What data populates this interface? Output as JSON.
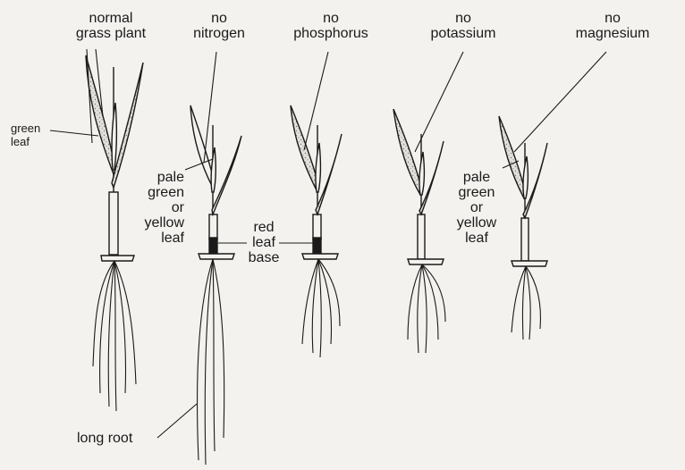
{
  "labels": {
    "normal_1": "normal",
    "normal_2": "grass plant",
    "no_n_1": "no",
    "no_n_2": "nitrogen",
    "no_p_1": "no",
    "no_p_2": "phosphorus",
    "no_k_1": "no",
    "no_k_2": "potassium",
    "no_mg_1": "no",
    "no_mg_2": "magnesium",
    "green_1": "green",
    "green_2": "leaf",
    "pale1_1": "pale",
    "pale1_2": "green",
    "pale1_3": "or",
    "pale1_4": "yellow",
    "pale1_5": "leaf",
    "red_1": "red",
    "red_2": "leaf",
    "red_3": "base",
    "pale2_1": "pale",
    "pale2_2": "green",
    "pale2_3": "or",
    "pale2_4": "yellow",
    "pale2_5": "leaf",
    "long_root": "long root"
  },
  "colors": {
    "background": "#f4f2ef",
    "ink": "#1a1a1a",
    "leaf_fill": "#dcd9d4",
    "red_leaf_base": "#1a1a1a"
  }
}
